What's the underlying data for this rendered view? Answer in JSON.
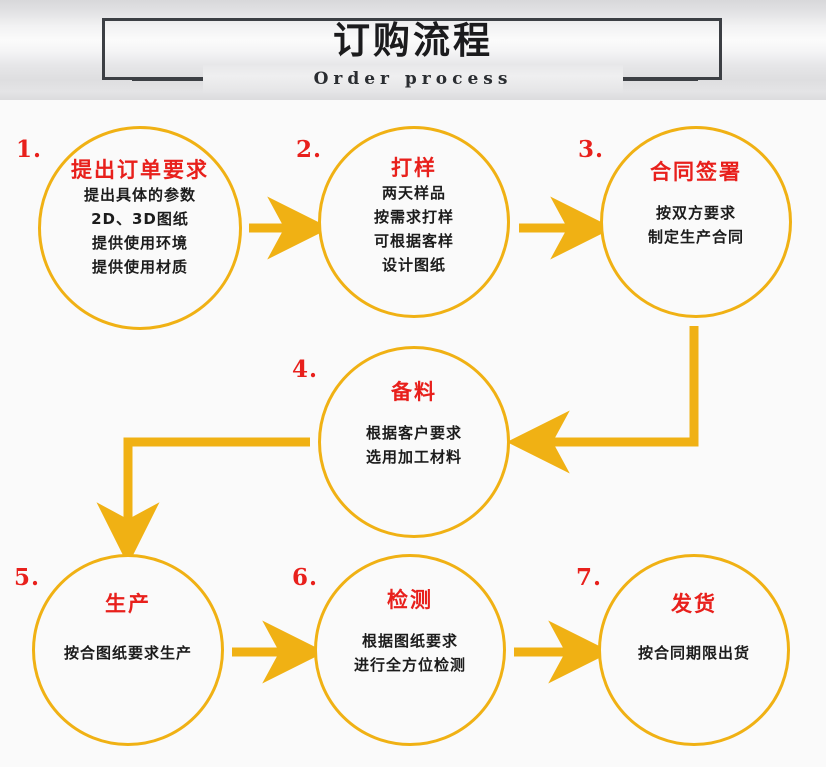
{
  "header": {
    "title": "订购流程",
    "subtitle": "Order process"
  },
  "colors": {
    "accent": "#F0B114",
    "title_red": "#E8201C",
    "body_text": "#1c1c1c",
    "frame": "#3c3f44",
    "background": "#fafafa"
  },
  "nodes": [
    {
      "number": "1.",
      "title": "提出订单要求",
      "lines": [
        "提出具体的参数",
        "2D、3D图纸",
        "提供使用环境",
        "提供使用材质"
      ]
    },
    {
      "number": "2.",
      "title": "打样",
      "lines": [
        "两天样品",
        "按需求打样",
        "可根据客样",
        "设计图纸"
      ]
    },
    {
      "number": "3.",
      "title": "合同签署",
      "lines": [
        "按双方要求",
        "制定生产合同"
      ]
    },
    {
      "number": "4.",
      "title": "备料",
      "lines": [
        "根据客户要求",
        "选用加工材料"
      ]
    },
    {
      "number": "5.",
      "title": "生产",
      "lines": [
        "按合图纸要求生产"
      ]
    },
    {
      "number": "6.",
      "title": "检测",
      "lines": [
        "根据图纸要求",
        "进行全方位检测"
      ]
    },
    {
      "number": "7.",
      "title": "发货",
      "lines": [
        "按合同期限出货"
      ]
    }
  ],
  "connectors": [
    {
      "name": "arrow-1-to-2",
      "from": "1",
      "to": "2",
      "direction": "right"
    },
    {
      "name": "arrow-2-to-3",
      "from": "2",
      "to": "3",
      "direction": "right"
    },
    {
      "name": "arrow-3-to-4",
      "from": "3",
      "to": "4",
      "direction": "down-left"
    },
    {
      "name": "arrow-4-to-5",
      "from": "4",
      "to": "5",
      "direction": "left-down"
    },
    {
      "name": "arrow-5-to-6",
      "from": "5",
      "to": "6",
      "direction": "right"
    },
    {
      "name": "arrow-6-to-7",
      "from": "6",
      "to": "7",
      "direction": "right"
    }
  ]
}
